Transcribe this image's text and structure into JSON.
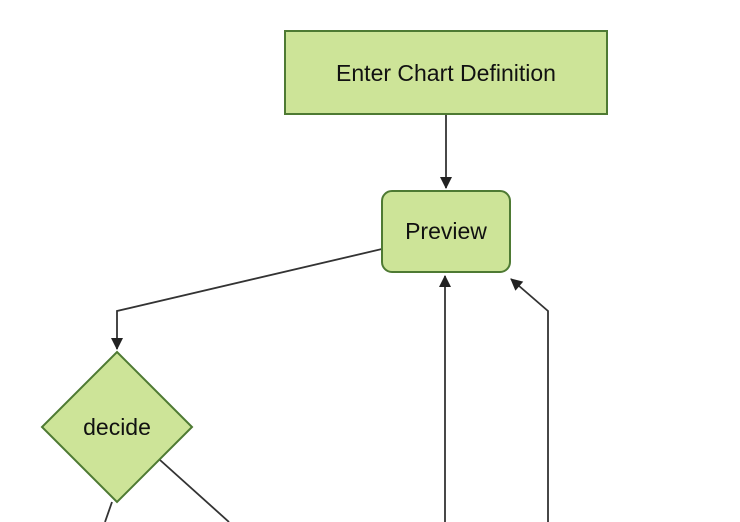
{
  "diagram": {
    "kind": "flowchart",
    "orientation": "top-down",
    "background_color": "#ffffff",
    "style": {
      "node_fill": "#cde498",
      "node_stroke": "#4e7a33",
      "edge_color": "#333333",
      "arrowhead_color": "#222222",
      "label_color": "#111111"
    },
    "nodes": [
      {
        "id": "enter-chart-definition",
        "label": "Enter Chart Definition",
        "shape": "rectangle"
      },
      {
        "id": "preview",
        "label": "Preview",
        "shape": "rounded-rectangle"
      },
      {
        "id": "decide",
        "label": "decide",
        "shape": "diamond"
      }
    ],
    "edges": [
      {
        "from": "enter-chart-definition",
        "to": "preview",
        "arrowhead_visible": true
      },
      {
        "from": "preview",
        "to": "decide",
        "arrowhead_visible": true
      },
      {
        "from": "offscreen-bottom",
        "to": "preview",
        "arrowhead_visible": true
      },
      {
        "from": "offscreen-bottom-right",
        "to": "preview",
        "arrowhead_visible": true
      },
      {
        "from": "decide",
        "to": "offscreen-bottom-left",
        "arrowhead_visible": false
      },
      {
        "from": "decide",
        "to": "offscreen-bottom-right",
        "arrowhead_visible": false
      }
    ]
  }
}
